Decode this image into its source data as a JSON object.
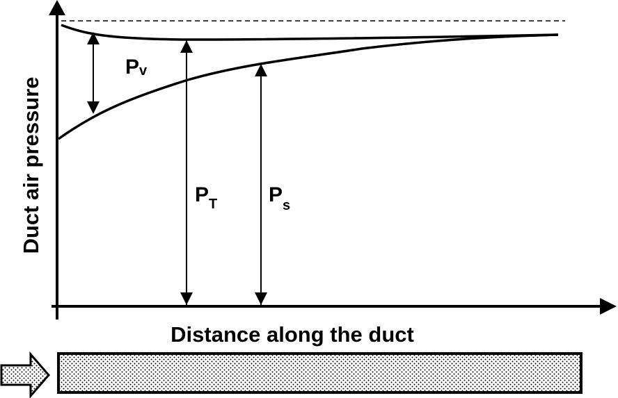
{
  "axes": {
    "ylabel": "Duct air pressure",
    "xlabel": "Distance along the duct"
  },
  "labels": {
    "pv_main": "P",
    "pv_sub": "v",
    "pt_main": "P",
    "pt_sub": "T",
    "ps_main": "P",
    "ps_sub": "s"
  },
  "colors": {
    "ink": "#000000",
    "background": "#ffffff"
  }
}
